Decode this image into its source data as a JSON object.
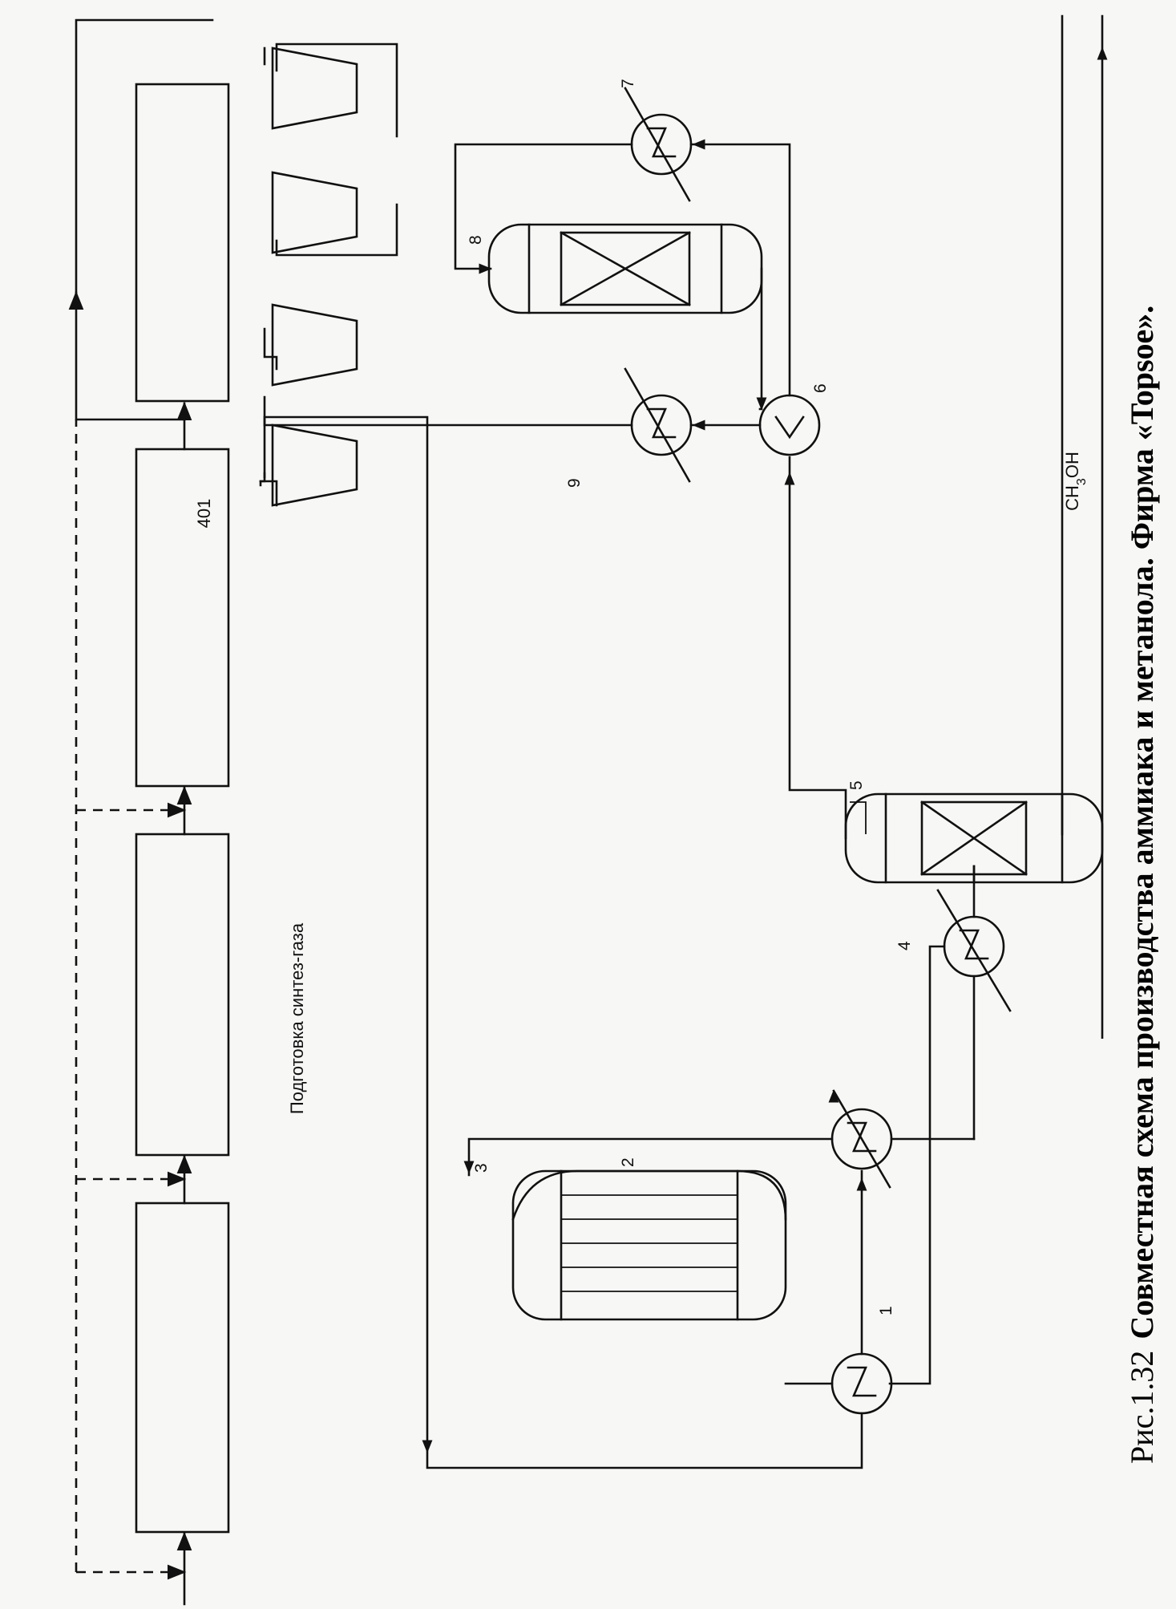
{
  "caption": {
    "number": "Рис.1.32",
    "text": "Совместная схема производства аммиака и метанола. Фирма «Topsoe»."
  },
  "labels": {
    "prep": "Подготовка синтез-газа",
    "stage": "401",
    "product_main": "CH",
    "product_sub": "3",
    "product_tail": "OH"
  },
  "numbers": {
    "n1": "1",
    "n2": "2",
    "n3": "3",
    "n4": "4",
    "n5": "5",
    "n6": "6",
    "n7": "7",
    "n8": "8",
    "n9": "9"
  }
}
